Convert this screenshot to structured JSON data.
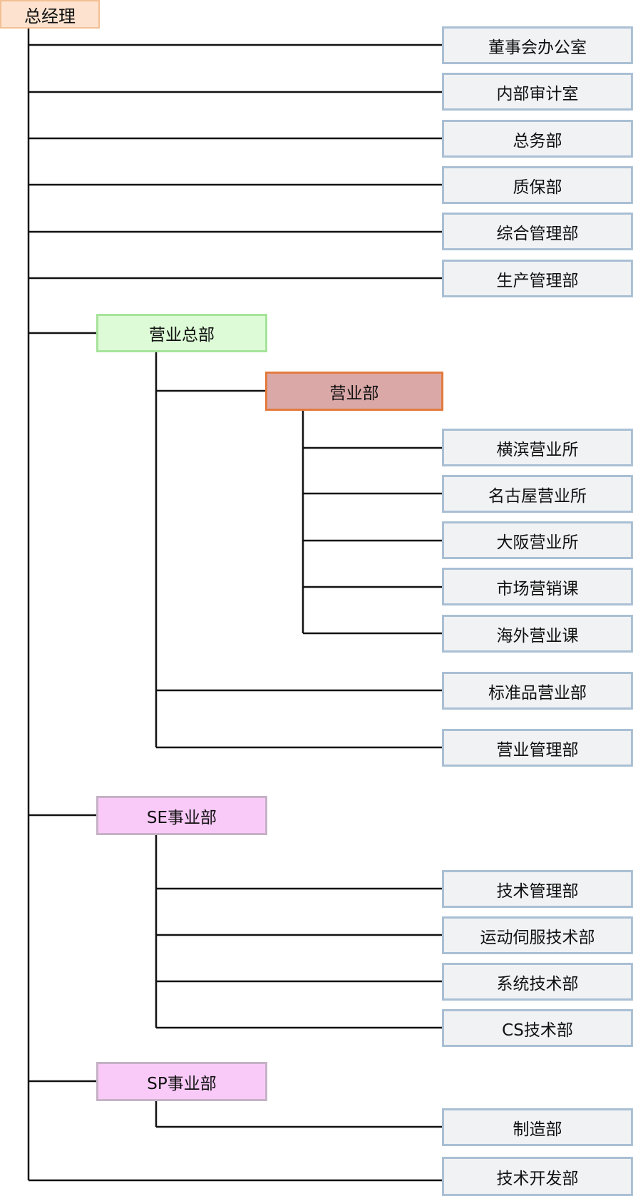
{
  "chart": {
    "root": "总经理",
    "general_departments": [
      "董事会办公室",
      "内部审计室",
      "总务部",
      "质保部",
      "综合管理部",
      "生产管理部"
    ],
    "sales_hq": {
      "label": "营业总部",
      "sales": {
        "label": "营业部",
        "children": [
          "横滨营业所",
          "名古屋营业所",
          "大阪营业所",
          "市场营销课",
          "海外营业课"
        ]
      },
      "children": [
        "标准品营业部",
        "营业管理部"
      ]
    },
    "se": {
      "label": "SE事业部",
      "children": [
        "技术管理部",
        "运动伺服技术部",
        "系统技术部",
        "CS技术部"
      ]
    },
    "sp": {
      "label": "SP事业部",
      "children": [
        "制造部"
      ]
    },
    "rnd": "技术开发部"
  }
}
